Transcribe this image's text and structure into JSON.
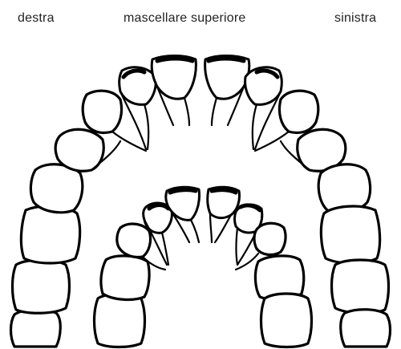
{
  "labels": {
    "right_side": "destra",
    "title": "mascellare superiore",
    "left_side": "sinistra"
  },
  "colors": {
    "ink": "#000000",
    "background": "#ffffff",
    "text": "#222222"
  }
}
